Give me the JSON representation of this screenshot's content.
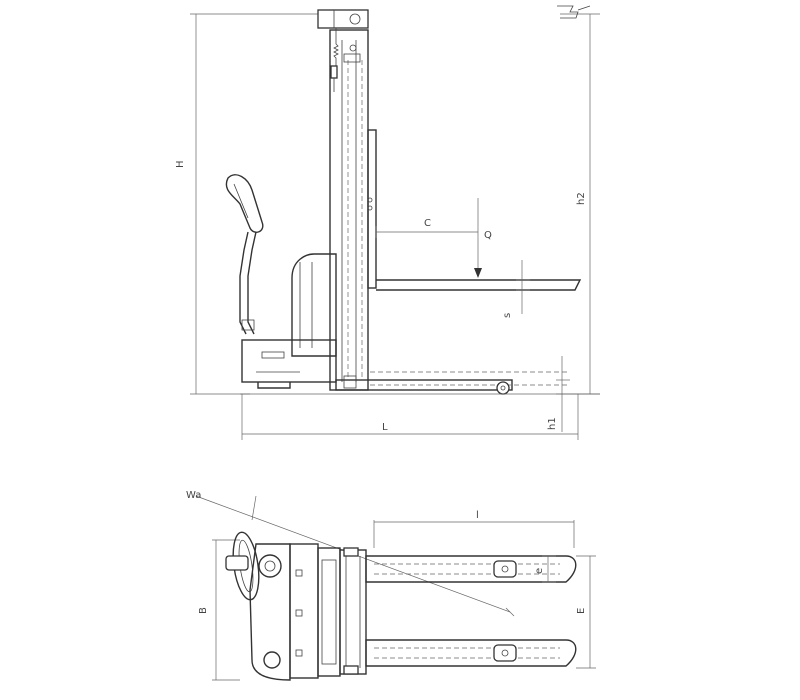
{
  "side_view": {
    "labels": {
      "H": "H",
      "h2": "h2",
      "C": "C",
      "Q": "Q",
      "s": "s",
      "h1": "h1",
      "L": "L"
    }
  },
  "top_view": {
    "labels": {
      "Wa": "Wa",
      "B": "B",
      "l": "l",
      "e": "e",
      "E": "E"
    }
  }
}
